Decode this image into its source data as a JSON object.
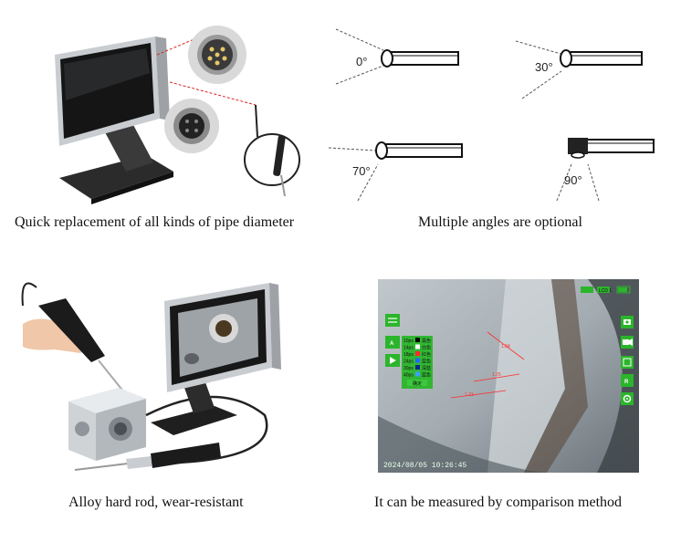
{
  "captions": {
    "top_left": "Quick replacement of all kinds of pipe diameter",
    "top_right": "Multiple angles are optional",
    "bottom_left": "Alloy hard rod, wear-resistant",
    "bottom_right": "It can be measured by comparison method"
  },
  "angles": [
    "0°",
    "30°",
    "70°",
    "90°"
  ],
  "camera_view": {
    "timestamp": "2024/08/05 10:26:45",
    "battery_badge": "LCD 1",
    "side_buttons": [
      "camera-icon",
      "video-icon",
      "gallery-icon",
      "R",
      "settings-icon"
    ],
    "left_buttons": [
      "menu-icon",
      "A",
      "play-icon"
    ],
    "length_options": [
      "10ps",
      "14ps",
      "18ps",
      "24ps",
      "30ps",
      "40ps"
    ],
    "option_labels": [
      "黑色",
      "白色",
      "红色",
      "蓝色",
      "深蓝",
      "蓝色"
    ],
    "confirm_label": "确定",
    "measurements": [
      "1.34",
      "1.25",
      "1.21"
    ]
  },
  "colors": {
    "ui_green": "#2bb52b",
    "measure_red": "#ff2a2a",
    "metal_grey": "#b8bcc0"
  }
}
